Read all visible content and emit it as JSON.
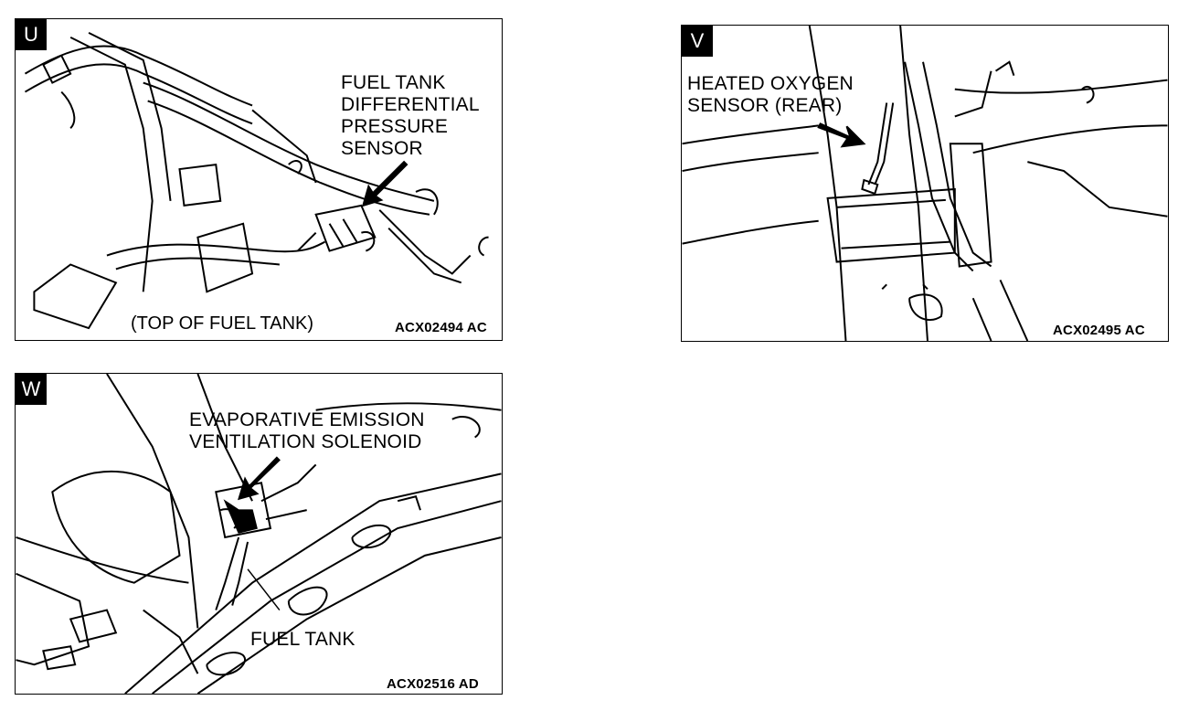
{
  "panels": [
    {
      "letter": "U",
      "callout_lines": [
        "FUEL TANK",
        "DIFFERENTIAL",
        "PRESSURE",
        "SENSOR"
      ],
      "caption": "(TOP OF FUEL TANK)",
      "code": "ACX02494 AC"
    },
    {
      "letter": "V",
      "callout_lines": [
        "HEATED OXYGEN",
        "SENSOR (REAR)"
      ],
      "code": "ACX02495 AC"
    },
    {
      "letter": "W",
      "callout_lines": [
        "EVAPORATIVE EMISSION",
        "VENTILATION SOLENOID"
      ],
      "label_2": "FUEL TANK",
      "code": "ACX02516 AD"
    }
  ]
}
